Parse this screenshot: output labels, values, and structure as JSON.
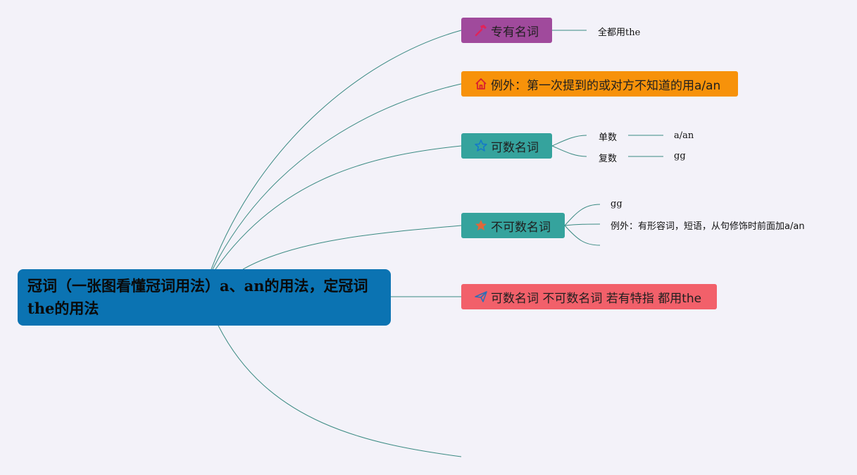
{
  "colors": {
    "line": "#3a8a82",
    "root_bg": "#0b73b2",
    "purple": "#a04a9c",
    "orange": "#f7920a",
    "teal": "#35a39d",
    "red": "#f2606a"
  },
  "root": {
    "title": "冠词（一张图看懂冠词用法）a、an的用法，定冠词the的用法"
  },
  "branches": [
    {
      "label": "专有名词",
      "icon": "hammer-icon"
    },
    {
      "label": "例外：第一次提到的或对方不知道的用a/an",
      "icon": "house-icon"
    },
    {
      "label": "可数名词",
      "icon": "star-outline-icon"
    },
    {
      "label": "不可数名词",
      "icon": "star-filled-icon"
    },
    {
      "label": "可数名词 不可数名词 若有特指 都用the",
      "icon": "paper-plane-icon"
    }
  ],
  "leaves": {
    "proper": "全都用the",
    "singular": "单数",
    "singular_value": "a/an",
    "plural": "复数",
    "plural_value": "gg",
    "uncountable_1": "gg",
    "uncountable_2": "例外：有形容词，短语，从句修饰时前面加a/an"
  }
}
